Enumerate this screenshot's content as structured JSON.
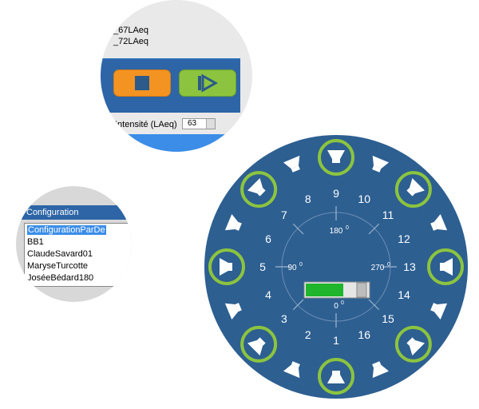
{
  "control_panel": {
    "lines": [
      "_67LAeq",
      "_72LAeq"
    ],
    "stop_label": "Stop",
    "play_label": "Play",
    "intensity_label": "Intensité (LAeq)",
    "intensity_value": "63"
  },
  "configuration": {
    "title": "Configuration",
    "items": [
      "ConfigurationParDe",
      "BB1",
      "ClaudeSavard01",
      "MaryseTurcotte",
      "JoséeBédard180"
    ],
    "selected_index": 0
  },
  "dial": {
    "numbers": [
      "1",
      "2",
      "3",
      "4",
      "5",
      "6",
      "7",
      "8",
      "9",
      "10",
      "11",
      "12",
      "13",
      "14",
      "15",
      "16"
    ],
    "angle_labels": {
      "a0": "0",
      "a90": "90",
      "a180": "180",
      "a270": "270"
    },
    "degree_symbol": "0",
    "level_fraction": 0.7,
    "colors": {
      "disc": "#2d5f91",
      "ring": "#8cc43f",
      "speaker": "#ffffff",
      "level": "#1fb52c"
    }
  }
}
